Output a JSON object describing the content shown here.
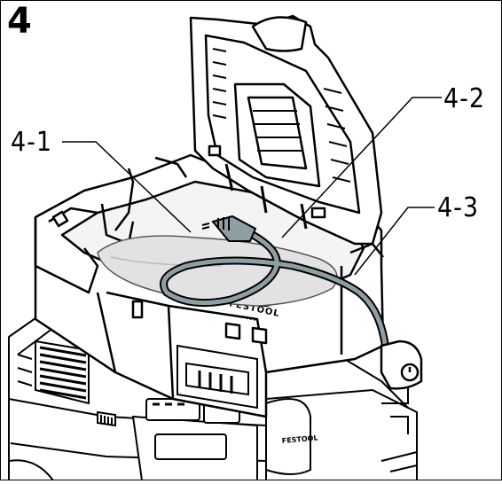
{
  "figure": {
    "number": "4"
  },
  "callouts": [
    {
      "id": "4-1",
      "label": "4-1"
    },
    {
      "id": "4-2",
      "label": "4-2"
    },
    {
      "id": "4-3",
      "label": "4-3"
    }
  ],
  "device": {
    "brand_text": "FESTOOL"
  },
  "colors": {
    "line": "#000000",
    "hose": "#8d9fa2",
    "bag": "#e2e2e2",
    "background": "#ffffff"
  }
}
